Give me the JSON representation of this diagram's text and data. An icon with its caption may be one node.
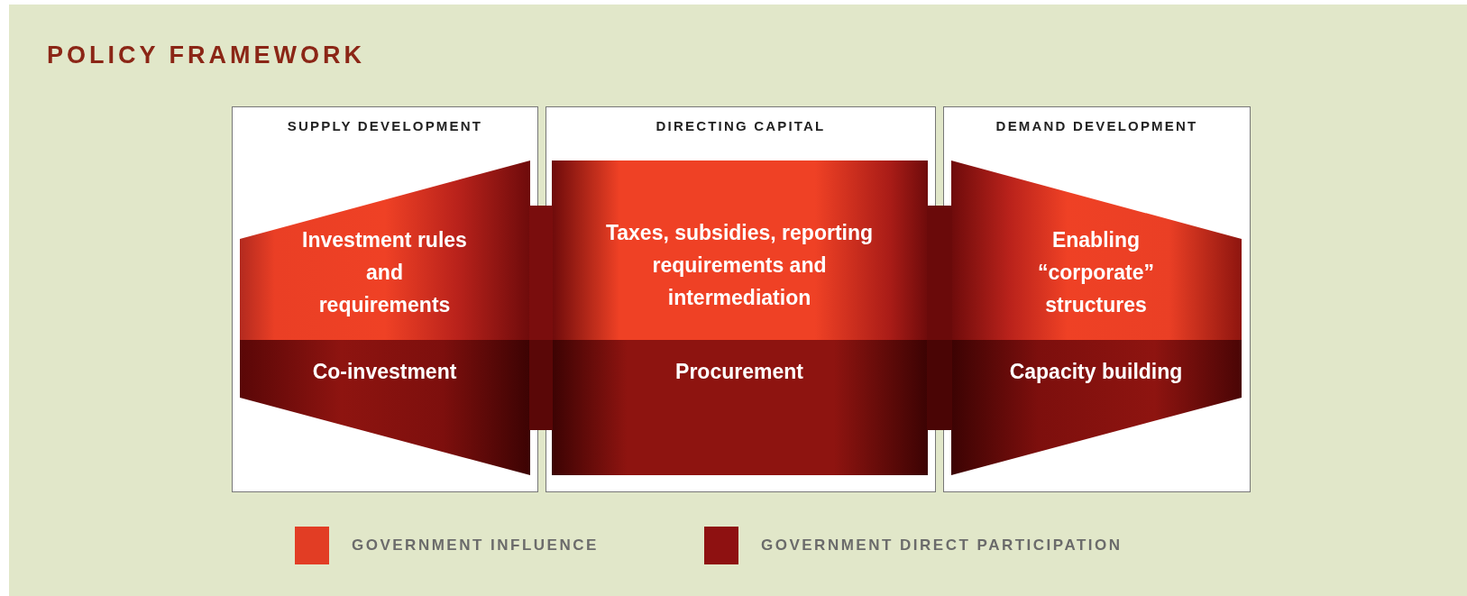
{
  "diagram": {
    "title": "POLICY FRAMEWORK",
    "nodes": [
      {
        "text": [
          "SUPPLY DEVELOPMENT"
        ]
      },
      {
        "text": [
          "Investment rules and requirements"
        ],
        "in": 0
      },
      {
        "text": [
          "Co-investment"
        ],
        "in": 0
      },
      {
        "text": [
          "DIRECTING CAPITAL"
        ]
      },
      {
        "text": [
          "Taxes, subsidies, reporting requirements and intermediation"
        ],
        "in": 3
      },
      {
        "text": [
          "Procurement"
        ],
        "in": 3
      },
      {
        "text": [
          "DEMAND DEVELOPMENT"
        ]
      },
      {
        "text": [
          "Enabling “corporate” structures"
        ],
        "in": 6
      },
      {
        "text": [
          "Capacity building"
        ],
        "in": 6
      }
    ],
    "edges": [],
    "legend": [
      {
        "text": "GOVERNMENT INFLUENCE",
        "color": "#e23d24"
      },
      {
        "text": "GOVERNMENT DIRECT PARTICIPATION",
        "color": "#8e1111"
      }
    ]
  }
}
